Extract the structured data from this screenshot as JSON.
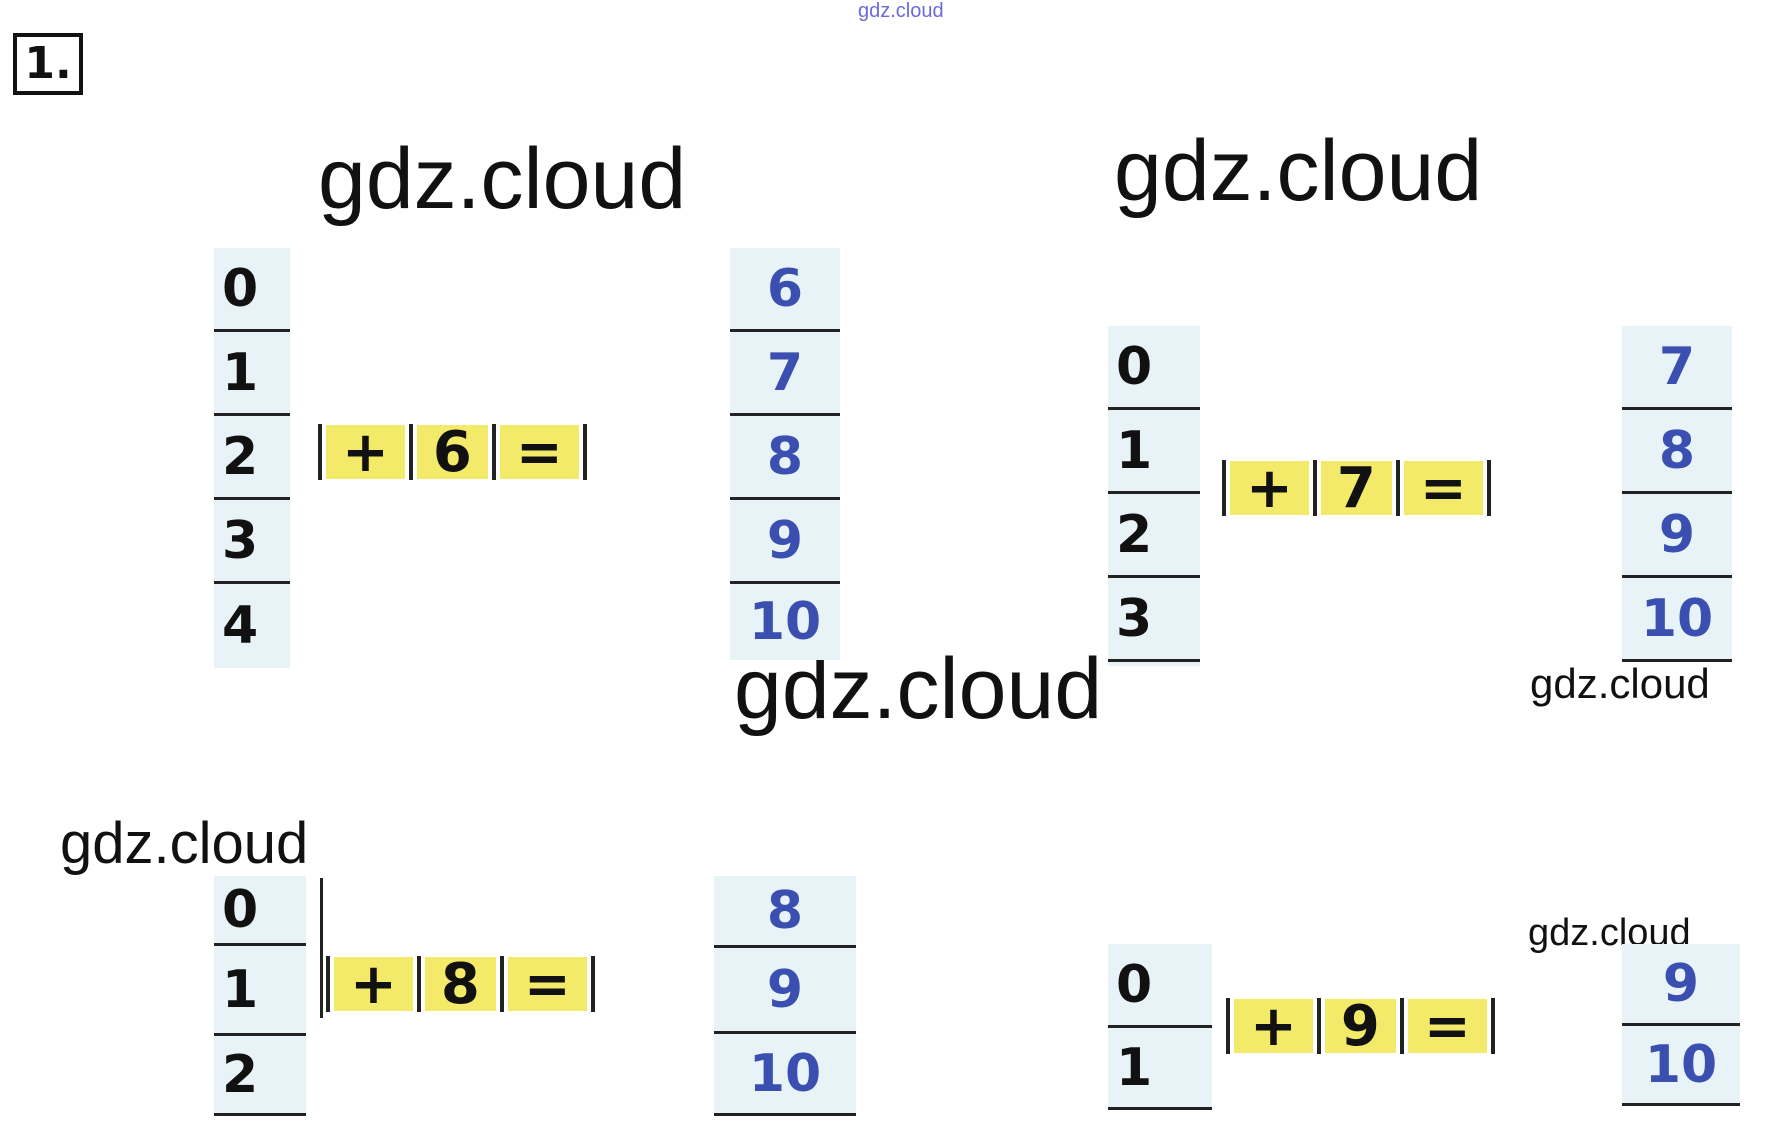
{
  "task_number": "1.",
  "watermarks": {
    "top": "gdz.cloud",
    "w1": "gdz.cloud",
    "w2": "gdz.cloud",
    "w3": "gdz.cloud",
    "w4": "gdz.cloud",
    "w5": "gdz.cloud",
    "w6": "gdz.cloud"
  },
  "exercises": [
    {
      "left": [
        "0",
        "1",
        "2",
        "3",
        "4"
      ],
      "op": "+",
      "addend": "6",
      "eq": "=",
      "right": [
        "6",
        "7",
        "8",
        "9",
        "10"
      ]
    },
    {
      "left": [
        "0",
        "1",
        "2",
        "3"
      ],
      "op": "+",
      "addend": "7",
      "eq": "=",
      "right": [
        "7",
        "8",
        "9",
        "10"
      ]
    },
    {
      "left": [
        "0",
        "1",
        "2"
      ],
      "op": "+",
      "addend": "8",
      "eq": "=",
      "right": [
        "8",
        "9",
        "10"
      ]
    },
    {
      "left": [
        "0",
        "1"
      ],
      "op": "+",
      "addend": "9",
      "eq": "=",
      "right": [
        "9",
        "10"
      ]
    }
  ],
  "colors": {
    "yellow": "#f4ea6a",
    "blue_digits": "#3a4fb0",
    "cell_bg": "#e8f3f8"
  }
}
